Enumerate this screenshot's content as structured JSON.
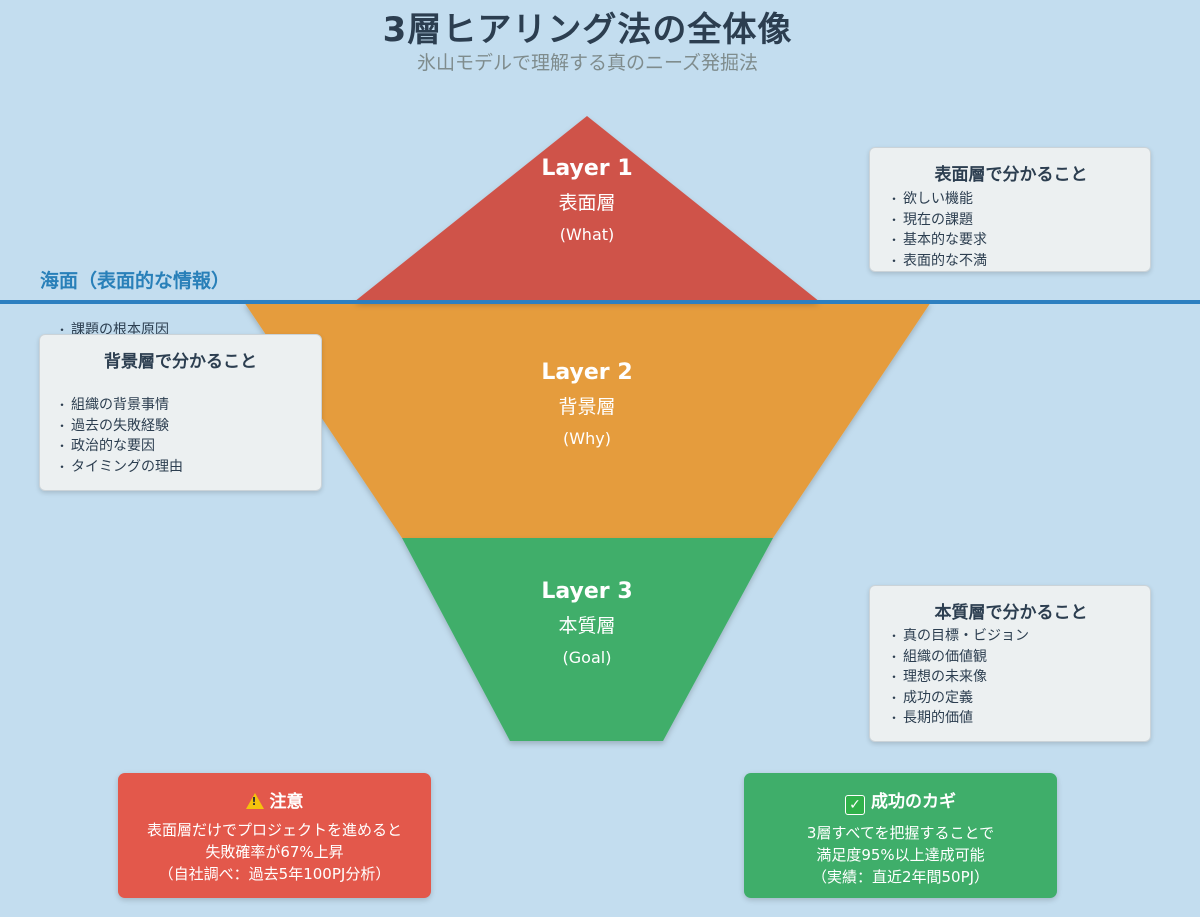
{
  "header": {
    "title": "3層ヒアリング法の全体像",
    "subtitle": "氷山モデルで理解する真のニーズ発掘法"
  },
  "sea_label": "海面（表面的な情報）",
  "layers": [
    {
      "number": "Layer 1",
      "name": "表面層",
      "english": "(What)",
      "color": "#cf5248"
    },
    {
      "number": "Layer 2",
      "name": "背景層",
      "english": "(Why)",
      "color": "#e59c3c"
    },
    {
      "number": "Layer 3",
      "name": "本質層",
      "english": "(Goal)",
      "color": "#3fae6a"
    }
  ],
  "surface_box": {
    "title": "表面層で分かること",
    "items": [
      "欲しい機能",
      "現在の課題",
      "基本的な要求",
      "表面的な不満"
    ]
  },
  "background_box": {
    "title": "背景層で分かること",
    "overflow_item": "課題の根本原因",
    "items": [
      "組織の背景事情",
      "過去の失敗経験",
      "政治的な要因",
      "タイミングの理由"
    ]
  },
  "essence_box": {
    "title": "本質層で分かること",
    "items": [
      "真の目標・ビジョン",
      "組織の価値観",
      "理想の未来像",
      "成功の定義",
      "長期的価値"
    ]
  },
  "warning": {
    "icon": "warning-icon",
    "title": "注意",
    "lines": [
      "表面層だけでプロジェクトを進めると",
      "失敗確率が67%上昇",
      "（自社調べ：過去5年100PJ分析）"
    ],
    "color": "#e3584b"
  },
  "success": {
    "icon": "check-icon",
    "title": "成功のカギ",
    "lines": [
      "3層すべてを把握することで",
      "満足度95%以上達成可能",
      "（実績：直近2年間50PJ）"
    ],
    "color": "#3fae6a"
  }
}
